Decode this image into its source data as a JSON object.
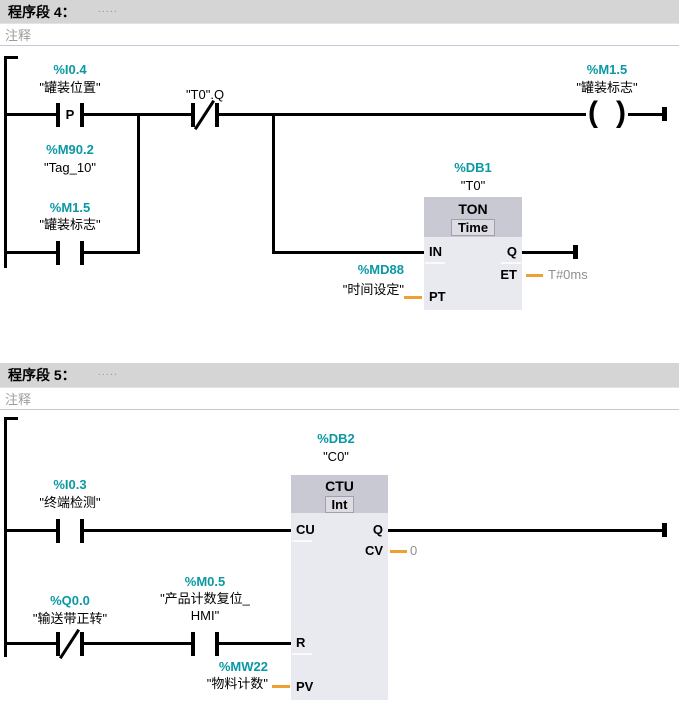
{
  "colors": {
    "operand_teal": "#0A99A4",
    "connector_orange": "#F0A030",
    "value_gray": "#8F8F8F",
    "network_header_bg": "#D5D5D5",
    "block_header_bg": "#C9C9D3",
    "block_body_bg": "#E9E9F0"
  },
  "seg4": {
    "title": "程序段 4：",
    "dots": ".....",
    "comment_placeholder": "注释",
    "p_contact": {
      "address": "%I0.4",
      "name": "\"罐装位置\"",
      "letter": "P"
    },
    "edge_mem": {
      "address": "%M90.2",
      "name": "\"Tag_10\""
    },
    "flag_contact": {
      "address": "%M1.5",
      "name": "\"罐装标志\""
    },
    "nc_contact": {
      "label": "\"T0\".Q"
    },
    "coil": {
      "address": "%M1.5",
      "name": "\"罐装标志\""
    },
    "timer": {
      "db": "%DB1",
      "db_name": "\"T0\"",
      "title": "TON",
      "dtype": "Time",
      "pin_in": "IN",
      "pin_q": "Q",
      "pin_et": "ET",
      "pin_pt": "PT",
      "et_value": "T#0ms",
      "pt_operand": {
        "address": "%MD88",
        "name": "\"时间设定\""
      }
    }
  },
  "seg5": {
    "title": "程序段 5：",
    "dots": ".....",
    "comment_placeholder": "注释",
    "det_contact": {
      "address": "%I0.3",
      "name": "\"终端检测\""
    },
    "belt_contact": {
      "address": "%Q0.0",
      "name": "\"输送带正转\""
    },
    "reset_contact": {
      "address": "%M0.5",
      "name_line1": "\"产品计数复位_",
      "name_line2": "HMI\""
    },
    "counter": {
      "db": "%DB2",
      "db_name": "\"C0\"",
      "title": "CTU",
      "dtype": "Int",
      "pin_cu": "CU",
      "pin_q": "Q",
      "pin_cv": "CV",
      "pin_r": "R",
      "pin_pv": "PV",
      "cv_value": "0",
      "pv_operand": {
        "address": "%MW22",
        "name": "\"物料计数\""
      }
    }
  }
}
